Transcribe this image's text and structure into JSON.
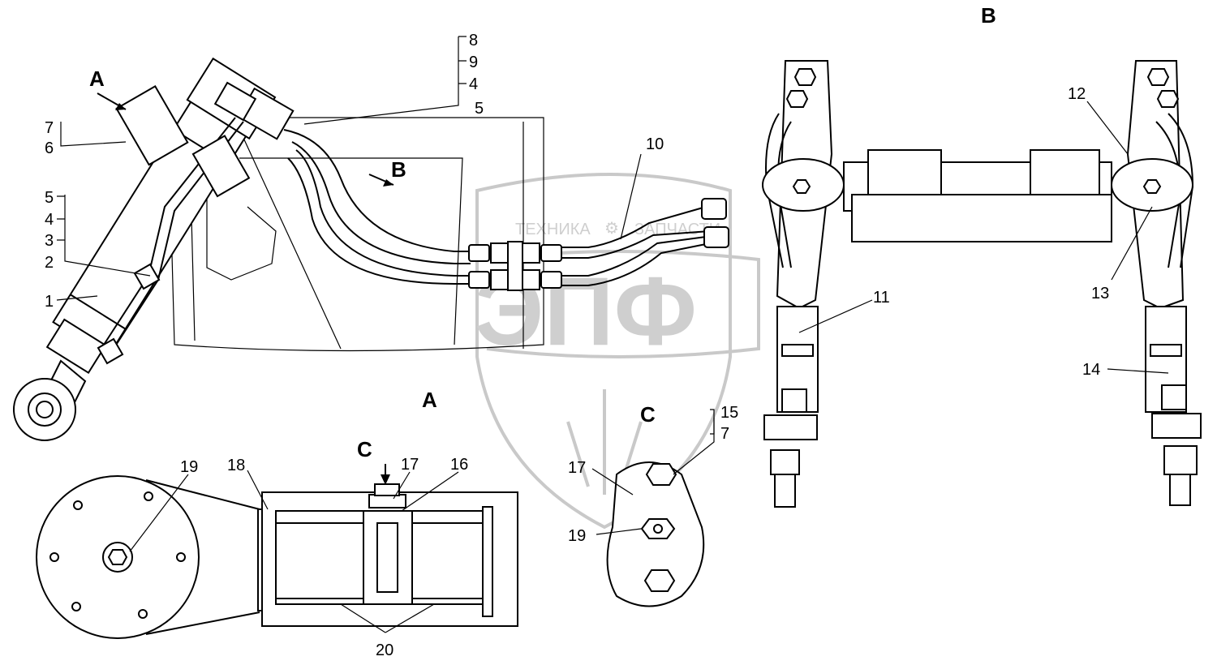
{
  "view_labels": {
    "main_A": "A",
    "main_B": "B",
    "view_B_title": "B",
    "view_A_title": "A",
    "view_C_pointer": "C",
    "view_C_title": "C"
  },
  "callouts": {
    "n8": "8",
    "n9": "9",
    "n4a": "4",
    "n5a": "5",
    "n7a": "7",
    "n6": "6",
    "n5b": "5",
    "n4b": "4",
    "n3": "3",
    "n2": "2",
    "n1": "1",
    "n10": "10",
    "n11": "11",
    "n12": "12",
    "n13": "13",
    "n14": "14",
    "n15": "15",
    "n7b": "7",
    "n17a": "17",
    "n19a": "19",
    "n19b": "19",
    "n18": "18",
    "n17b": "17",
    "n16": "16",
    "n20": "20"
  },
  "watermark": {
    "top_left": "ТЕХНИКА",
    "top_right": "ЗАПЧАСТИ",
    "logo": "ЭПФ"
  }
}
